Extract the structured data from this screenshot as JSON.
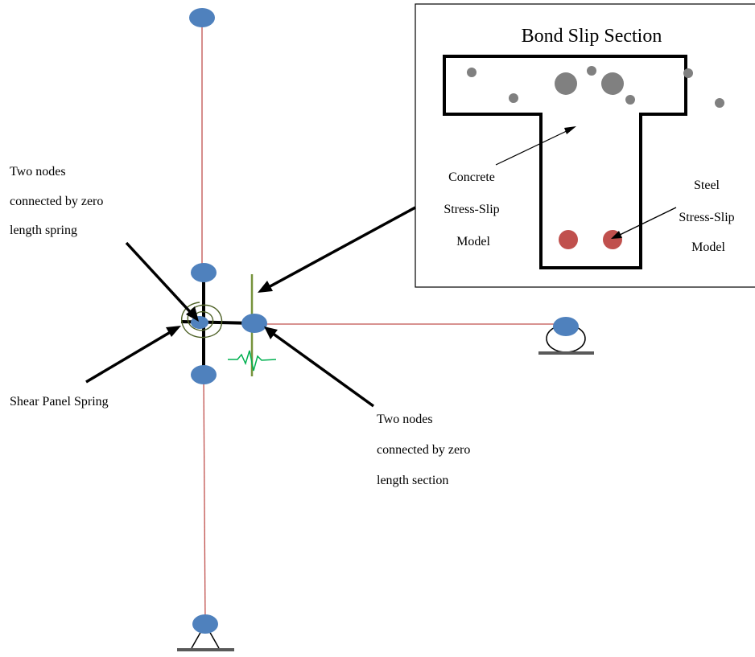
{
  "inset": {
    "title": "Bond Slip Section",
    "concrete_label": [
      "Concrete",
      "Stress-Slip",
      "Model"
    ],
    "steel_label": [
      "Steel",
      "Stress-Slip",
      "Model"
    ]
  },
  "labels": {
    "zero_length_spring": [
      "Two nodes",
      "connected by zero",
      "length spring"
    ],
    "shear_panel": [
      "Shear Panel Spring"
    ],
    "zero_length_section": [
      "Two nodes",
      "connected by zero",
      "length section"
    ]
  },
  "colors": {
    "node": "#4f81bd",
    "element_line": "#c0504d",
    "rebar": "#c0504d",
    "aggregate": "#808080",
    "section_line": "#77933c",
    "spring_coil": "#4f6228",
    "slip_wave": "#00b050",
    "support": "#595959"
  }
}
